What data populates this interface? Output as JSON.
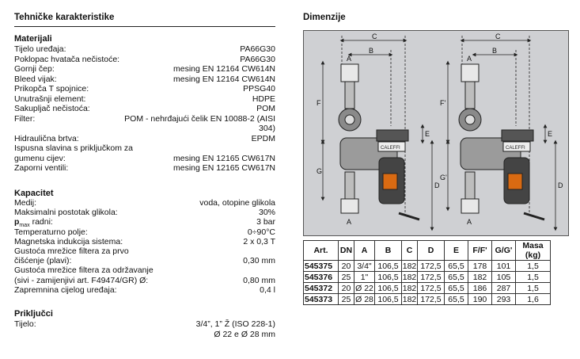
{
  "left": {
    "title": "Tehničke karakteristike",
    "materijali": {
      "heading": "Materijali",
      "rows": [
        {
          "k": "Tijelo uređaja:",
          "v": "PA66G30"
        },
        {
          "k": "Poklopac hvatača nečistoće:",
          "v": "PA66G30"
        },
        {
          "k": "Gornji čep:",
          "v": "mesing EN 12164 CW614N"
        },
        {
          "k": "Bleed vijak:",
          "v": "mesing EN 12164 CW614N"
        },
        {
          "k": "Prikopča T spojnice:",
          "v": "PPSG40"
        },
        {
          "k": "Unutrašnji element:",
          "v": "HDPE"
        },
        {
          "k": "Sakupljač nečistoća:",
          "v": "POM"
        },
        {
          "k": "Filter:",
          "v": "POM - nehrđajući čelik EN 10088-2 (AISI"
        },
        {
          "k": "",
          "v": "304)"
        },
        {
          "k": "Hidraulična brtva:",
          "v": "EPDM"
        },
        {
          "k": "Ispusna slavina s priključkom za",
          "v": ""
        },
        {
          "k": "gumenu cijev:",
          "v": "mesing EN 12165 CW617N"
        },
        {
          "k": "Zaporni ventili:",
          "v": "mesing EN 12165 CW617N"
        }
      ]
    },
    "kapacitet": {
      "heading": "Kapacitet",
      "rows": [
        {
          "k": "Medij:",
          "v": "voda, otopine glikola"
        },
        {
          "k": "Maksimalni postotak glikola:",
          "v": "30%"
        },
        {
          "k": "radni:",
          "v": "3 bar"
        },
        {
          "k": "Temperaturno polje:",
          "v": "0÷90°C"
        },
        {
          "k": "Magnetska indukcija sistema:",
          "v": "2 x 0,3 T"
        },
        {
          "k": "Gustoća mrežice filtera za prvo",
          "v": ""
        },
        {
          "k": "čišćenje (plavi):",
          "v": "0,30 mm"
        },
        {
          "k": "Gustoća mrežice filtera za održavanje",
          "v": ""
        },
        {
          "k": "(sivi - zamijenjivi art. F49474/GR) Ø:",
          "v": "0,80 mm"
        },
        {
          "k": "Zapremnina cijelog uređaja:",
          "v": "0,4 l"
        }
      ],
      "pmax_p": "p",
      "pmax_sub": "max"
    },
    "prikljucci": {
      "heading": "Priključci",
      "label": "Tijelo:",
      "v1": "3/4”, 1” Ž (ISO 228-1)",
      "v2": "Ø 22 e Ø 28 mm"
    }
  },
  "right": {
    "title": "Dimenzije",
    "drawing_labels": {
      "A": "A",
      "B": "B",
      "C": "C",
      "D": "D",
      "E": "E",
      "F": "F",
      "G": "G",
      "F2": "F'",
      "G2": "G'",
      "brand": "CALEFFI"
    },
    "table": {
      "headers": [
        "Art.",
        "DN",
        "A",
        "B",
        "C",
        "D",
        "E",
        "F/F'",
        "G/G'",
        "Masa (kg)"
      ],
      "rows": [
        [
          "545375",
          "20",
          "3/4\"",
          "106,5",
          "182",
          "172,5",
          "65,5",
          "178",
          "101",
          "1,5"
        ],
        [
          "545376",
          "25",
          "1\"",
          "106,5",
          "182",
          "172,5",
          "65,5",
          "182",
          "105",
          "1,5"
        ],
        [
          "545372",
          "20",
          "Ø 22",
          "106,5",
          "182",
          "172,5",
          "65,5",
          "186",
          "287",
          "1,5"
        ],
        [
          "545373",
          "25",
          "Ø 28",
          "106,5",
          "182",
          "172,5",
          "65,5",
          "190",
          "293",
          "1,6"
        ]
      ]
    }
  }
}
